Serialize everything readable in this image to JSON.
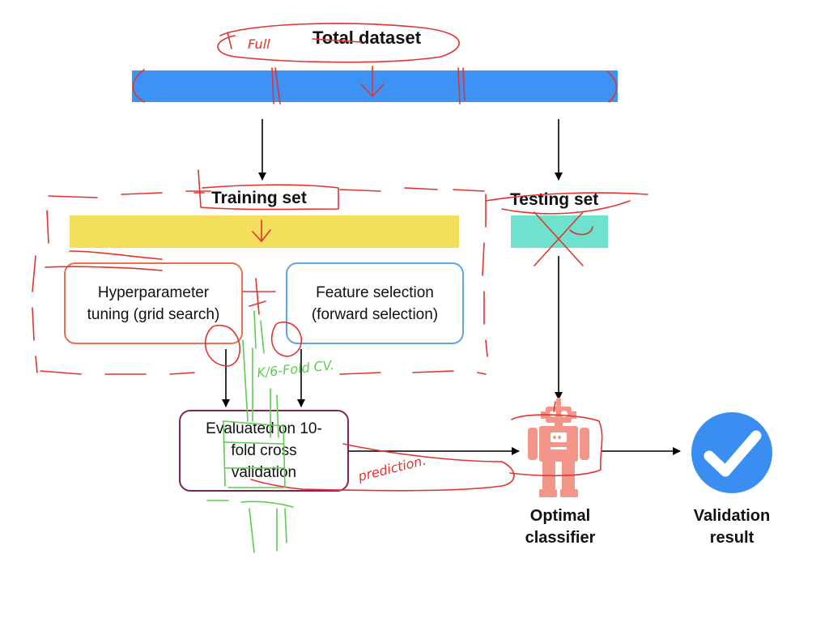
{
  "diagram": {
    "total_dataset": "Total dataset",
    "training_set": "Training set",
    "testing_set": "Testing set",
    "hyperparameter_box": [
      "Hyperparameter",
      "tuning (grid search)"
    ],
    "feature_box": [
      "Feature selection",
      "(forward selection)"
    ],
    "cv_box": [
      "Evaluated on 10-",
      "fold cross",
      "validation"
    ],
    "optimal_classifier": [
      "Optimal",
      "classifier"
    ],
    "validation_result": [
      "Validation",
      "result"
    ]
  },
  "annotations": {
    "full": "Full",
    "kfold": "K/6-Fold CV.",
    "prediction": "prediction."
  },
  "colors": {
    "total_bar": "#3d93f5",
    "training_bar": "#f4df5c",
    "testing_bar": "#6ee2cd",
    "hyper_border": "#e86f4f",
    "feature_border": "#5aa7e6",
    "cv_border": "#7d2555",
    "robot": "#f4958a",
    "check_circle": "#3a8ef2",
    "red_ink": "#e2332f",
    "green_ink": "#5fcb53"
  }
}
